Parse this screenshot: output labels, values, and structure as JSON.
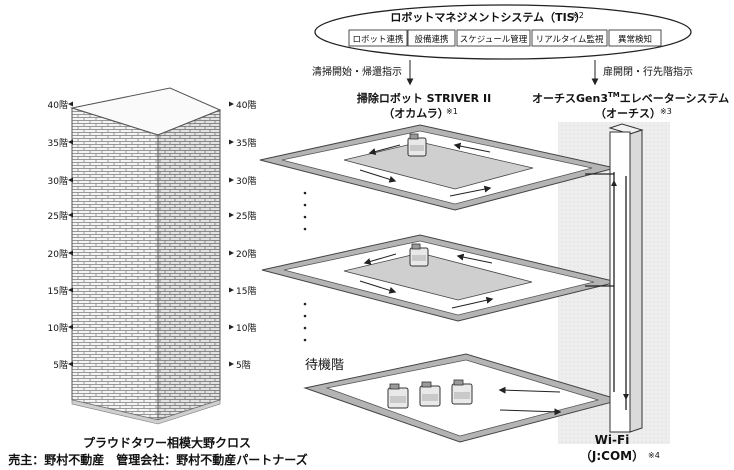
{
  "management": {
    "title": "ロボットマネジメントシステム（TIS）",
    "note": "※2",
    "modules": [
      "ロボット連携",
      "設備連携",
      "スケジュール管理",
      "リアルタイム監視",
      "異常検知"
    ]
  },
  "flows": {
    "left": "清掃開始・帰還指示",
    "right": "扉開閉・行先階指示"
  },
  "robot": {
    "name": "掃除ロボット STRIVER II",
    "maker": "（オカムラ）",
    "note": "※1"
  },
  "elevator": {
    "name_main": "オーチスGen3",
    "name_tm": "TM",
    "name_rest": "エレベーターシステム",
    "maker": "（オーチス）",
    "note": "※3"
  },
  "standby_label": "待機階",
  "wifi": {
    "label": "Wi-Fi",
    "provider": "（J:COM）",
    "note": "※4"
  },
  "building": {
    "name": "プラウドタワー相模大野クロス",
    "companies": "売主：野村不動産　管理会社：野村不動産パートナーズ",
    "floors_left": [
      "40階",
      "35階",
      "30階",
      "25階",
      "20階",
      "15階",
      "10階",
      "5階"
    ],
    "floors_right": [
      "40階",
      "35階",
      "30階",
      "25階",
      "20階",
      "15階",
      "10階",
      "5階"
    ]
  }
}
